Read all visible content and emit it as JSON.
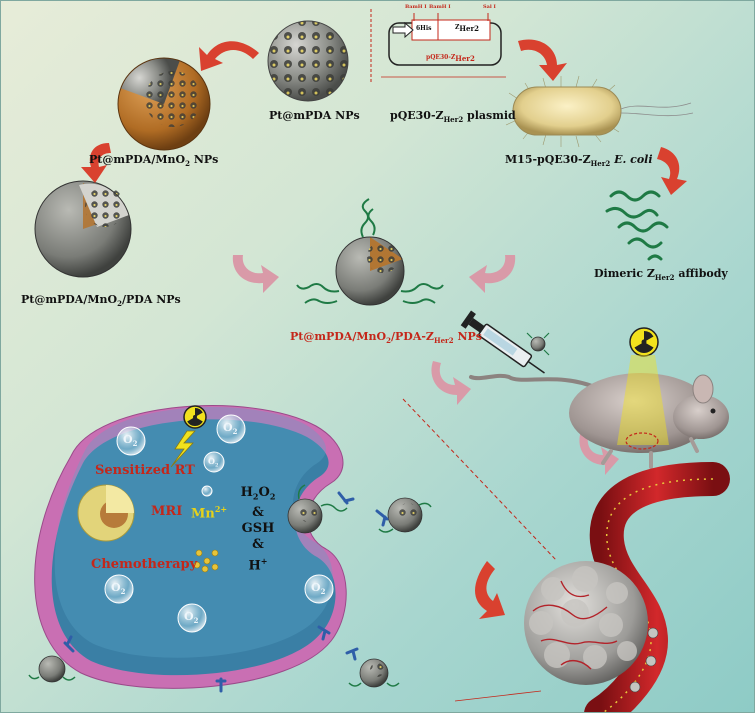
{
  "labels": {
    "pt_mpda": "Pt@mPDA NPs",
    "plasmid": "pQE30-Z",
    "plasmid_sub": "Her2",
    "plasmid_tail": " plasmid",
    "pt_mno2": "Pt@mPDA/MnO",
    "pt_mno2_sub": "2",
    "pt_mno2_tail": " NPs",
    "ecoli_main": "M15-pQE30-Z",
    "ecoli_sub": "Her2",
    "ecoli_italic": " E. coli",
    "pda": "Pt@mPDA/MnO",
    "pda_sub": "2",
    "pda_tail": "/PDA NPs",
    "affibody_main": "Dimeric Z",
    "affibody_sub": "Her2",
    "affibody_tail": " affibody",
    "final_a": "Pt@mPDA/MnO",
    "final_sub": "2",
    "final_b": "/PDA-Z",
    "final_sub2": "Her2",
    "final_c": " NPs"
  },
  "plasmid_map": {
    "site1": "BamH I",
    "site2": "BamH I",
    "site3": "Sal I",
    "segment1": "6His",
    "segment2": "Z",
    "segment2_sub": "Her2",
    "name": "pQE30-Z",
    "name_sub": "Her2"
  },
  "cell": {
    "sensitized": "Sensitized RT",
    "mri": "MRI",
    "mn": "Mn",
    "mn_sup": "2+",
    "chemo": "Chemotherapy",
    "h2o2_a": "H",
    "h2o2_s1": "2",
    "h2o2_b": "O",
    "h2o2_s2": "2",
    "amp1": "&",
    "gsh": "GSH",
    "amp2": "&",
    "h_plus": "H",
    "h_plus_sup": "+",
    "o2": "O",
    "o2_sub": "2"
  },
  "colors": {
    "red_text": "#c4271a",
    "mn_text": "#e6d21a",
    "arrow_red": "#d9412f",
    "arrow_pink": "#d99aa8",
    "cell_membrane": "#c96fb3",
    "cytoplasm": "#3a7fa5"
  }
}
